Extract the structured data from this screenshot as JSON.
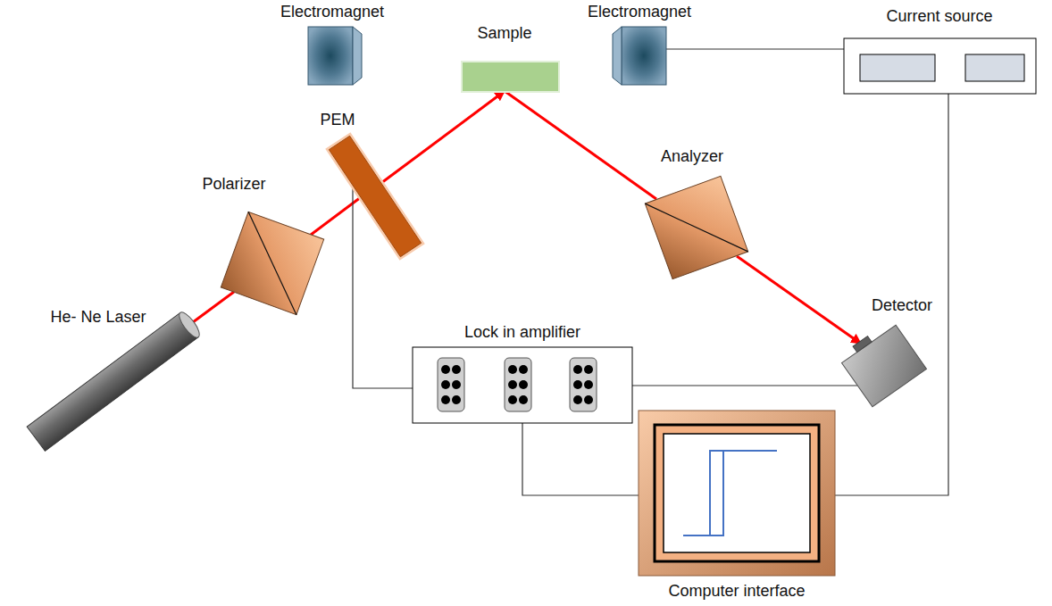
{
  "diagram": {
    "nodes": [
      {
        "text": [
          "Electromagnet"
        ]
      },
      {
        "text": [
          "Sample"
        ]
      },
      {
        "text": [
          "Electromagnet"
        ]
      },
      {
        "text": [
          "Current source"
        ]
      },
      {
        "text": [
          "PEM"
        ]
      },
      {
        "text": [
          "Polarizer"
        ]
      },
      {
        "text": [
          "Analyzer"
        ]
      },
      {
        "text": [
          "Detector"
        ]
      },
      {
        "text": [
          "He- Ne Laser"
        ]
      },
      {
        "text": [
          "Lock in amplifier"
        ]
      },
      {
        "text": [
          "Computer interface"
        ]
      }
    ],
    "edges": [
      {
        "from": 8,
        "to": 5,
        "arrow": "none"
      },
      {
        "from": 5,
        "to": 4,
        "arrow": "none"
      },
      {
        "from": 4,
        "to": 1,
        "arrow": "to"
      },
      {
        "from": 1,
        "to": 6,
        "arrow": "none"
      },
      {
        "from": 6,
        "to": 7,
        "arrow": "to"
      },
      {
        "from": 4,
        "to": 9,
        "arrow": "none"
      },
      {
        "from": 9,
        "to": 7,
        "arrow": "none"
      },
      {
        "from": 9,
        "to": 10,
        "arrow": "none"
      },
      {
        "from": 2,
        "to": 3,
        "arrow": "none"
      },
      {
        "from": 3,
        "to": 10,
        "arrow": "none"
      }
    ]
  }
}
